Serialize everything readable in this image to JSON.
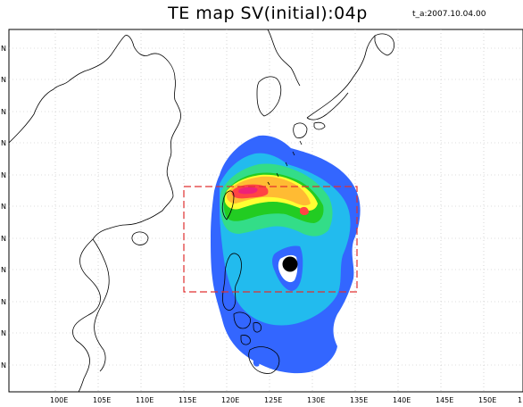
{
  "figure": {
    "title": "TE map SV(initial):04p",
    "time_label": "t_a:2007.10.04.00"
  },
  "map": {
    "lon_ticks": [
      "100E",
      "105E",
      "110E",
      "115E",
      "120E",
      "125E",
      "130E",
      "135E",
      "140E",
      "145E",
      "150E",
      "1"
    ],
    "lat_ticks": [
      "N",
      "N",
      "N",
      "N",
      "N",
      "N",
      "N",
      "N",
      "N",
      "N",
      "N"
    ],
    "grid": "dotted",
    "projection": "lat-lon",
    "lon_range": [
      96,
      155
    ],
    "colors": {
      "level_1": "#3366ff",
      "level_2": "#22bbee",
      "level_3": "#33dd88",
      "level_4": "#22cc22",
      "level_5": "#ffff33",
      "level_6": "#ffbb33",
      "level_7": "#ff4444",
      "level_8": "#ee2277",
      "marker": "#000000",
      "box": "#e03030",
      "coast": "#000000"
    },
    "typhoon_marker": {
      "lon": 128.3,
      "lat": 19.5
    },
    "target_box": {
      "lon_min": 115.5,
      "lon_max": 135.0,
      "lat_min": 16.2,
      "lat_max": 27.5
    }
  }
}
